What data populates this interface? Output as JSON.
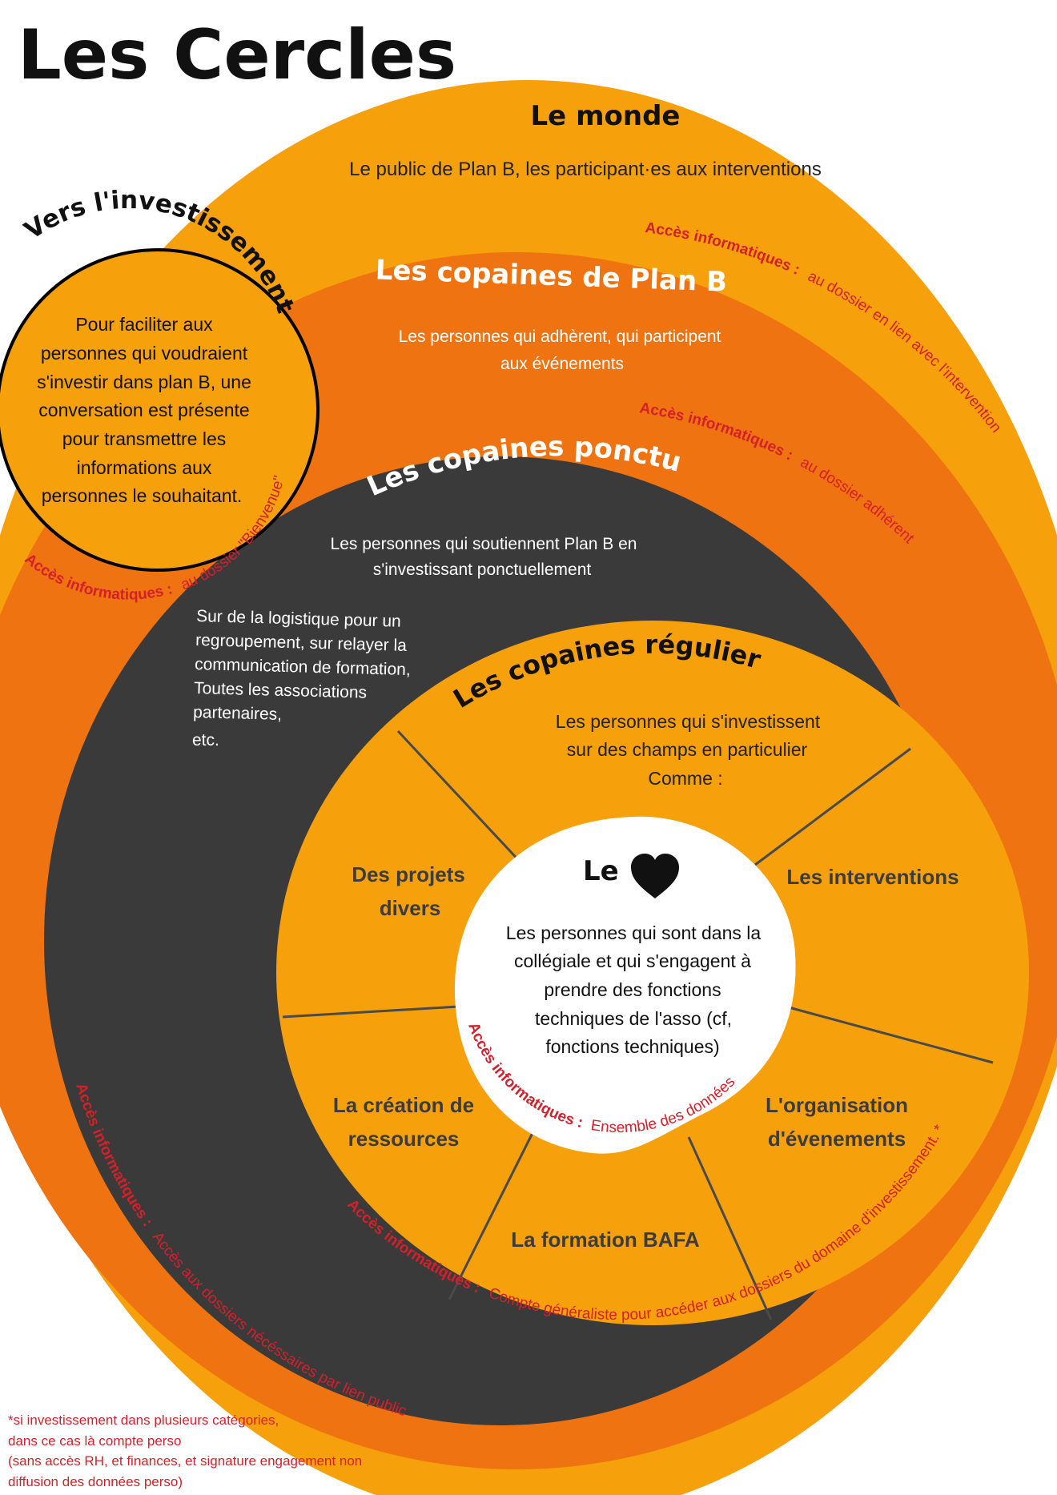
{
  "title": "Les Cercles",
  "colors": {
    "outer": "#f6a00c",
    "middle": "#ef7310",
    "dark": "#3a3a3a",
    "inner": "#f6a00c",
    "heart_bg": "#ffffff",
    "access_red": "#d4202a"
  },
  "circles": {
    "monde": {
      "title": "Le monde",
      "description": "Le public de Plan B, les participant·es aux interventions"
    },
    "copaines_plan_b": {
      "title": "Les copaines de Plan B",
      "description_line1": "Les personnes qui adhèrent, qui participent",
      "description_line2": "aux événements",
      "access_label": "Accès informatiques :",
      "access_value": "au dossier en lien avec l'intervention"
    },
    "copaines_ponctuelles": {
      "title": "Les copaines ponctuel·es",
      "description_line1": "Les personnes qui soutiennent Plan B en",
      "description_line2": "s'investissant ponctuellement",
      "examples": [
        "Sur de la logistique pour un",
        "regroupement,  sur relayer la",
        "communication de formation,",
        "Toutes les associations",
        "partenaires,",
        "etc."
      ],
      "access_label": "Accès informatiques :",
      "access_value": "au dossier adhérent"
    },
    "copaines_regulieres": {
      "title": "Les copaines régulier·es",
      "description_line1": "Les personnes qui s'investissent",
      "description_line2": "sur des champs en particulier",
      "description_line3": "Comme :",
      "access_label": "Accès informatiques :",
      "access_value": "Accès aux dossiers nécéssaires par lien public",
      "segments": [
        {
          "line1": "Des projets",
          "line2": "divers"
        },
        {
          "line1": "Les interventions",
          "line2": ""
        },
        {
          "line1": "La création de",
          "line2": "ressources"
        },
        {
          "line1": "L'organisation",
          "line2": "d'évenements"
        },
        {
          "line1": "La formation BAFA",
          "line2": ""
        }
      ]
    },
    "coeur": {
      "title": "Le",
      "icon": "heart-icon",
      "description": [
        "Les personnes qui sont dans la",
        "collégiale et qui s'engagent à",
        "prendre des fonctions",
        "techniques de l'asso (cf,",
        "fonctions techniques)"
      ],
      "access_label": "Accès informatiques :",
      "access_value": "Ensemble des données"
    }
  },
  "segments_access": {
    "label": "Accès informatiques :",
    "value": "Compte généraliste pour accéder aux dossiers du domaine d'investissement. *"
  },
  "investissement": {
    "title": "Vers l'investissement",
    "description": [
      "Pour faciliter aux",
      "personnes qui voudraient",
      "s'investir dans plan B, une",
      "conversation est présente",
      "pour transmettre les",
      "informations aux",
      "personnes le souhaitant."
    ],
    "access_label": "Accès informatiques :",
    "access_value": "au dossier \"Bienvenue\""
  },
  "footnote": [
    "*si investissement dans plusieurs catégories,",
    "dans ce cas là compte perso",
    "(sans accès RH, et finances, et signature engagement non",
    "diffusion des données perso)"
  ]
}
